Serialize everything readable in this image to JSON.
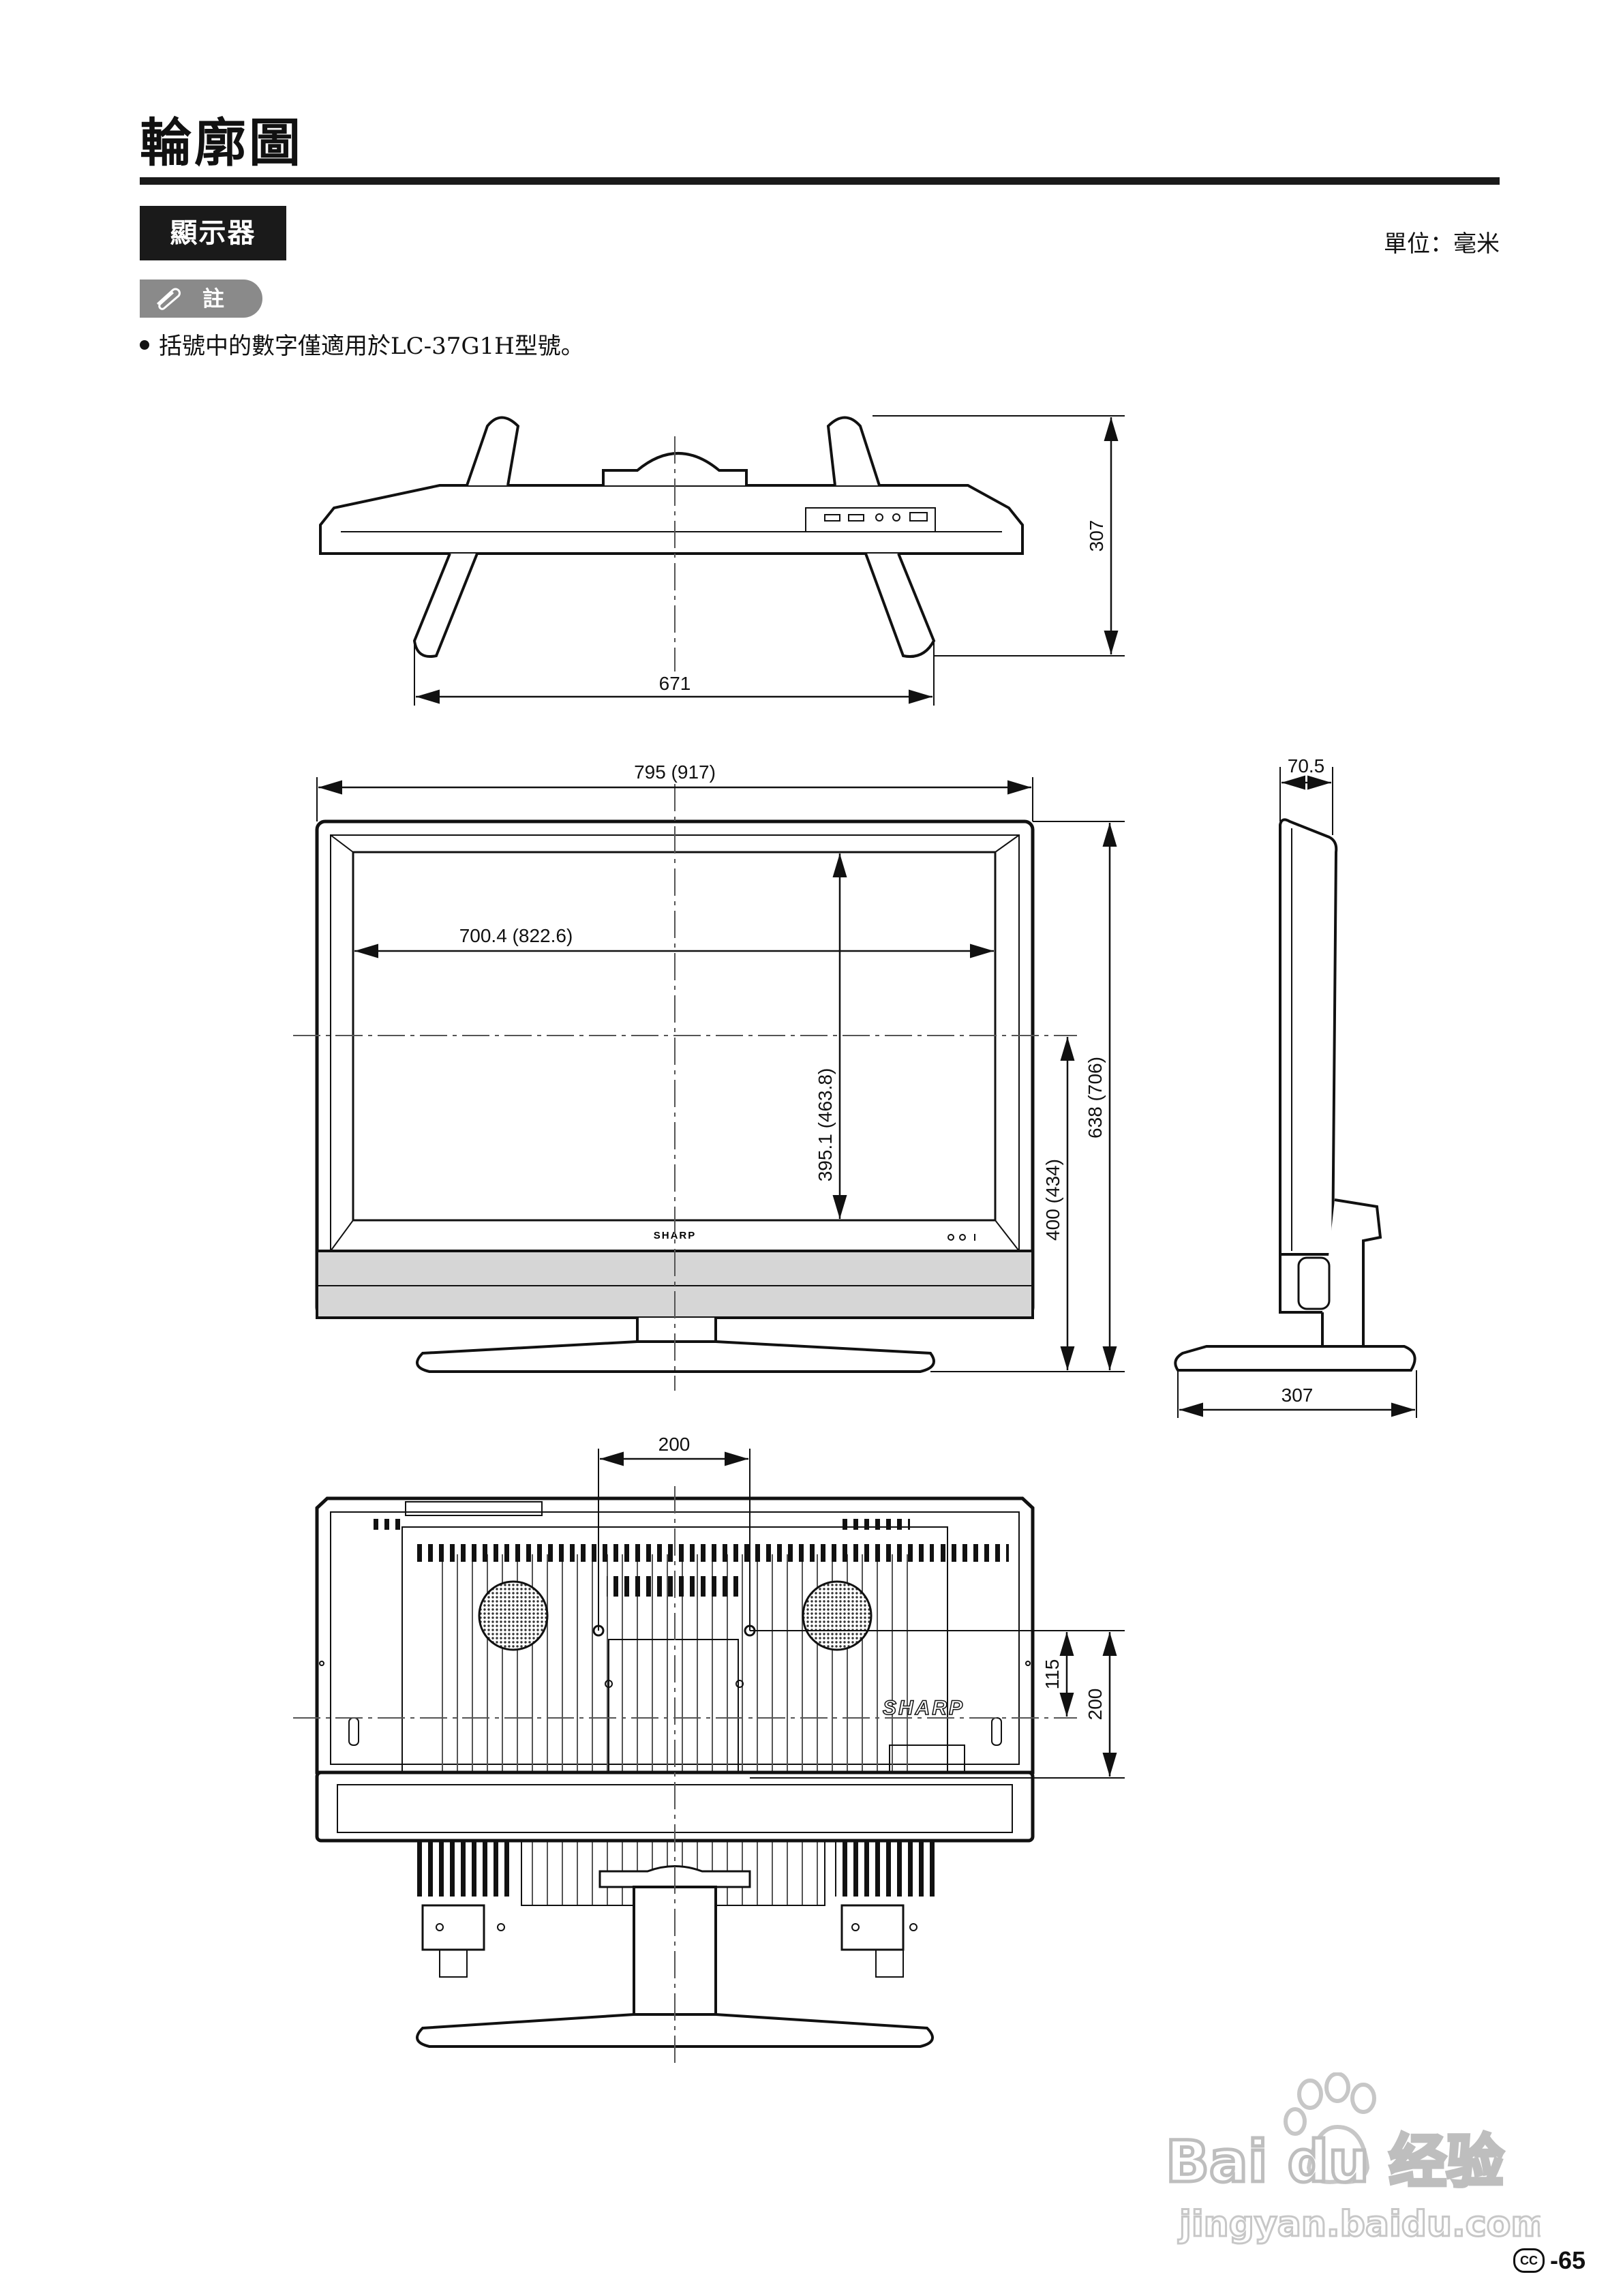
{
  "page": {
    "title": "輪廓圖",
    "section": "顯示器",
    "unit": "單位：毫米",
    "note_label": "註",
    "note_text": "括號中的數字僅適用於LC-37G1H型號。",
    "page_number": "-65",
    "cc_mark": "CC"
  },
  "dimensions": {
    "top_depth": "307",
    "top_stand_width": "671",
    "front_width": "795 (917)",
    "screen_width": "700.4 (822.6)",
    "screen_height": "395.1 (463.8)",
    "center_height": "400 (434)",
    "total_height": "638 (706)",
    "side_depth": "70.5",
    "side_stand_depth": "307",
    "vesa_width": "200",
    "vesa_offset": "115",
    "vesa_height": "200"
  },
  "branding": {
    "brand_front": "SHARP",
    "brand_back": "SHARP"
  },
  "watermark": {
    "logo": "Bai du 经验",
    "url": "jingyan.baidu.com"
  }
}
